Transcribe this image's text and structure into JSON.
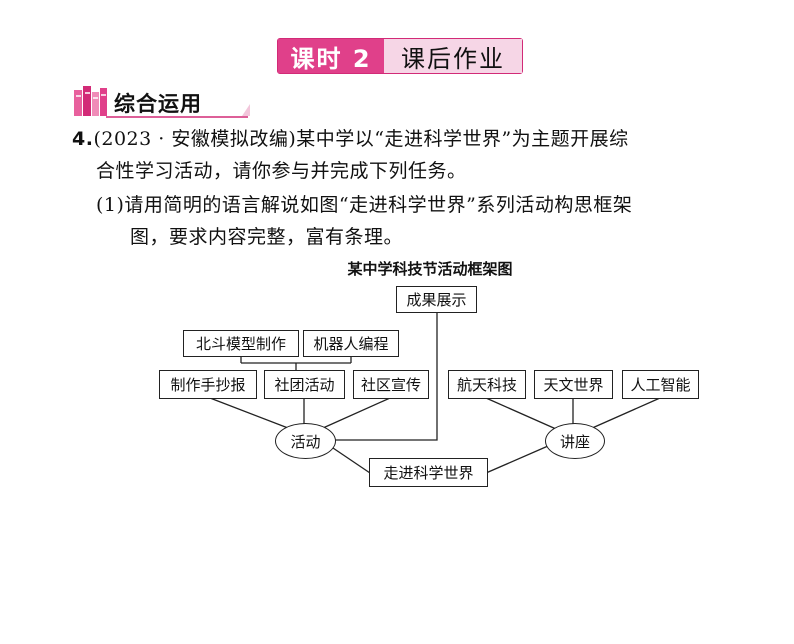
{
  "header": {
    "lesson": "课时 2",
    "title": "课后作业"
  },
  "section": {
    "label": "综合运用"
  },
  "question": {
    "number": "4.",
    "line1": "(2023 · 安徽模拟改编)某中学以“走进科学世界”为主题开展综",
    "line2": "合性学习活动，请你参与并完成下列任务。",
    "sub1_line1": "(1)请用简明的语言解说如图“走进科学世界”系列活动构思框架",
    "sub1_line2": "图，要求内容完整，富有条理。"
  },
  "diagram": {
    "title": "某中学科技节活动框架图",
    "results": "成果展示",
    "beidou": "北斗模型制作",
    "robot": "机器人编程",
    "handout": "制作手抄报",
    "club": "社团活动",
    "community": "社区宣传",
    "activity": "活动",
    "aerospace": "航天科技",
    "astronomy": "天文世界",
    "ai": "人工智能",
    "lecture": "讲座",
    "root": "走进科学世界"
  }
}
